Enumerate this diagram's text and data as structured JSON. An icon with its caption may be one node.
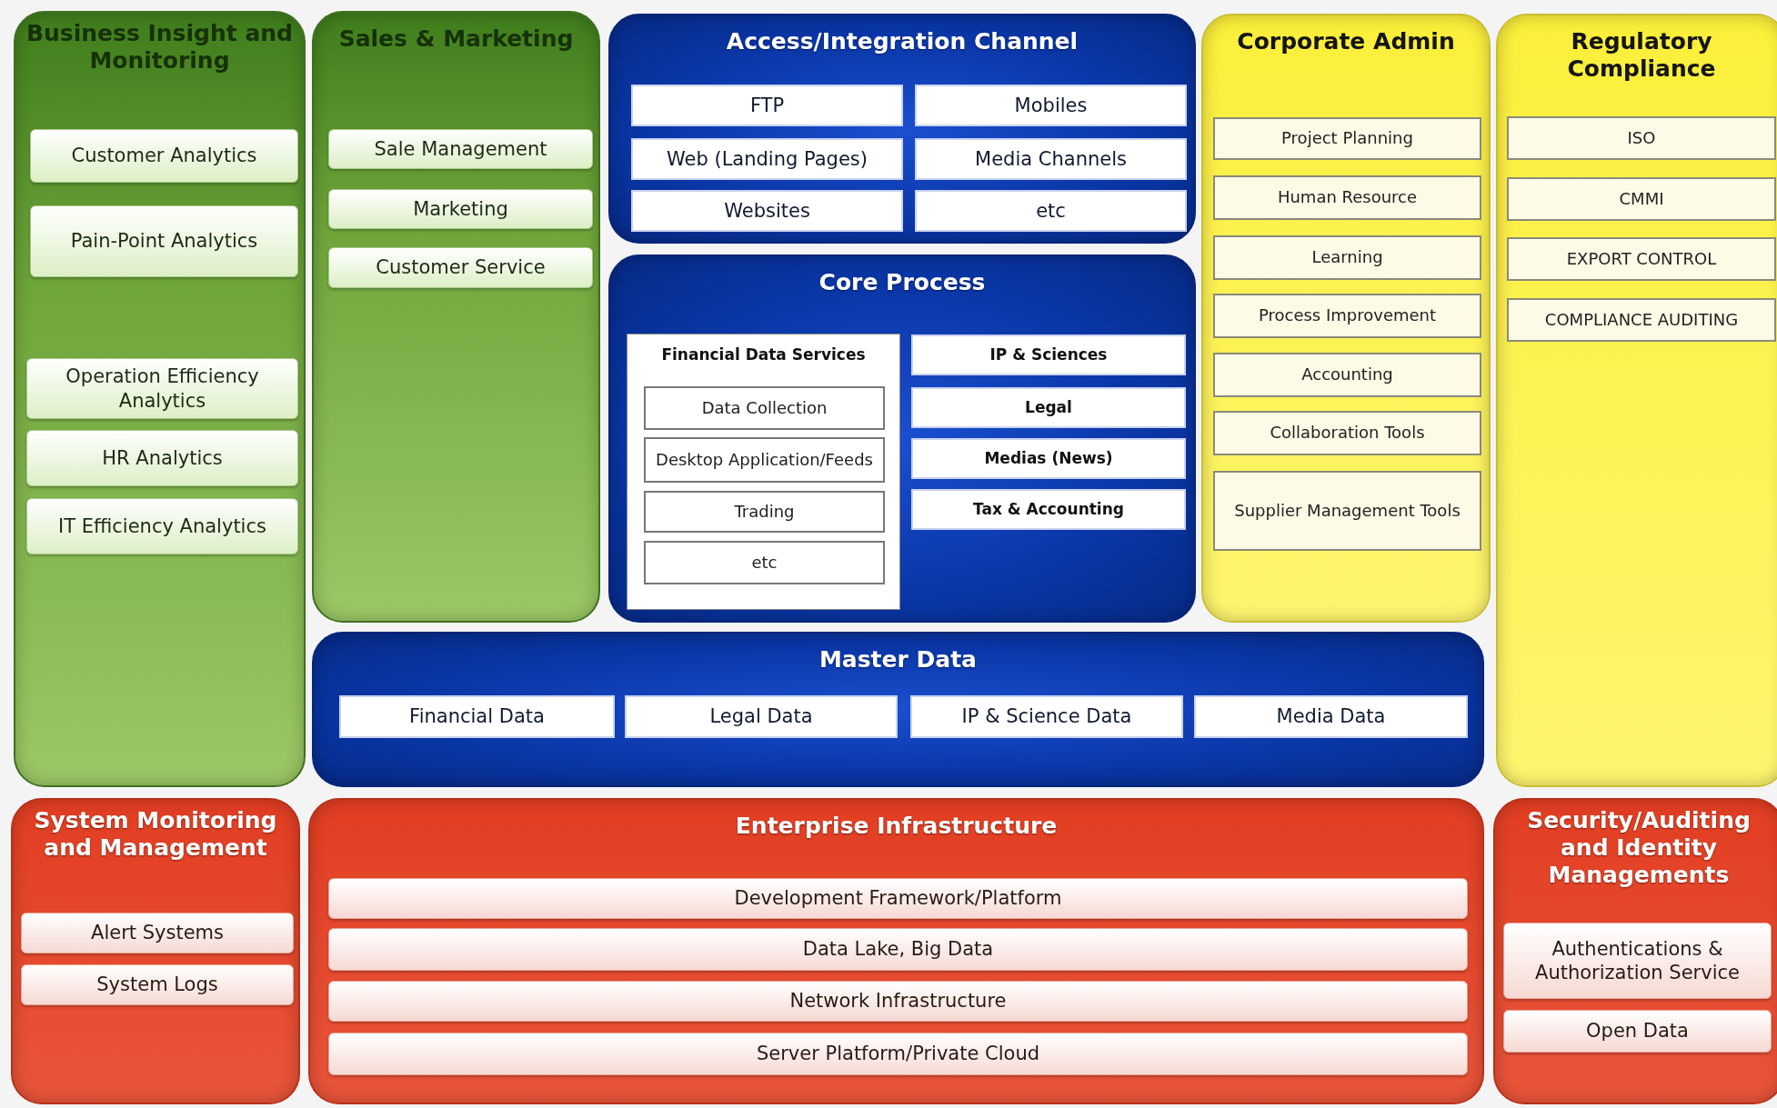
{
  "diagram": {
    "nodes": [
      {
        "text": [
          "Business Insight and Monitoring"
        ]
      },
      {
        "text": [
          "Customer Analytics"
        ],
        "in": 0
      },
      {
        "text": [
          "Pain-Point Analytics"
        ],
        "in": 0
      },
      {
        "text": [
          "Operation Efficiency Analytics"
        ],
        "in": 0
      },
      {
        "text": [
          "HR Analytics"
        ],
        "in": 0
      },
      {
        "text": [
          "IT Efficiency Analytics"
        ],
        "in": 0
      },
      {
        "text": [
          "Sales & Marketing"
        ]
      },
      {
        "text": [
          "Sale Management"
        ],
        "in": 6
      },
      {
        "text": [
          "Marketing"
        ],
        "in": 6
      },
      {
        "text": [
          "Customer Service"
        ],
        "in": 6
      },
      {
        "text": [
          "Access/Integration Channel"
        ]
      },
      {
        "text": [
          "FTP"
        ],
        "in": 10
      },
      {
        "text": [
          "Mobiles"
        ],
        "in": 10
      },
      {
        "text": [
          "Web (Landing Pages)"
        ],
        "in": 10
      },
      {
        "text": [
          "Media Channels"
        ],
        "in": 10
      },
      {
        "text": [
          "Websites"
        ],
        "in": 10
      },
      {
        "text": [
          "etc"
        ],
        "in": 10
      },
      {
        "text": [
          "Corporate Admin"
        ]
      },
      {
        "text": [
          "Project Planning"
        ],
        "in": 17
      },
      {
        "text": [
          "Human Resource"
        ],
        "in": 17
      },
      {
        "text": [
          "Learning"
        ],
        "in": 17
      },
      {
        "text": [
          "Process Improvement"
        ],
        "in": 17
      },
      {
        "text": [
          "Accounting"
        ],
        "in": 17
      },
      {
        "text": [
          "Collaboration Tools"
        ],
        "in": 17
      },
      {
        "text": [
          "Supplier Management Tools"
        ],
        "in": 17
      },
      {
        "text": [
          "Regulatory Compliance"
        ]
      },
      {
        "text": [
          "ISO"
        ],
        "in": 25
      },
      {
        "text": [
          "CMMI"
        ],
        "in": 25
      },
      {
        "text": [
          "EXPORT CONTROL"
        ],
        "in": 25
      },
      {
        "text": [
          "COMPLIANCE AUDITING"
        ],
        "in": 25
      },
      {
        "text": [
          "Core Process"
        ]
      },
      {
        "text": [
          "Financial Data Services"
        ],
        "in": 30
      },
      {
        "text": [
          "Data Collection"
        ],
        "in": 31
      },
      {
        "text": [
          "Desktop Application/Feeds"
        ],
        "in": 31
      },
      {
        "text": [
          "Trading"
        ],
        "in": 31
      },
      {
        "text": [
          "etc"
        ],
        "in": 31
      },
      {
        "text": [
          "IP & Sciences"
        ],
        "in": 30
      },
      {
        "text": [
          "Legal"
        ],
        "in": 30
      },
      {
        "text": [
          "Medias (News)"
        ],
        "in": 30
      },
      {
        "text": [
          "Tax & Accounting"
        ],
        "in": 30
      },
      {
        "text": [
          "Master Data"
        ]
      },
      {
        "text": [
          "Financial Data"
        ],
        "in": 40
      },
      {
        "text": [
          "Legal Data"
        ],
        "in": 40
      },
      {
        "text": [
          "IP & Science Data"
        ],
        "in": 40
      },
      {
        "text": [
          "Media Data"
        ],
        "in": 40
      },
      {
        "text": [
          "System Monitoring and Management"
        ]
      },
      {
        "text": [
          "Alert Systems"
        ],
        "in": 45
      },
      {
        "text": [
          "System Logs"
        ],
        "in": 45
      },
      {
        "text": [
          "Enterprise Infrastructure"
        ]
      },
      {
        "text": [
          "Development Framework/Platform"
        ],
        "in": 48
      },
      {
        "text": [
          "Data Lake, Big Data"
        ],
        "in": 48
      },
      {
        "text": [
          "Network Infrastructure"
        ],
        "in": 48
      },
      {
        "text": [
          "Server Platform/Private Cloud"
        ],
        "in": 48
      },
      {
        "text": [
          "Security/Auditing and Identity Managements"
        ]
      },
      {
        "text": [
          "Authentications & Authorization Service"
        ],
        "in": 53
      },
      {
        "text": [
          "Open Data"
        ],
        "in": 53
      }
    ]
  }
}
